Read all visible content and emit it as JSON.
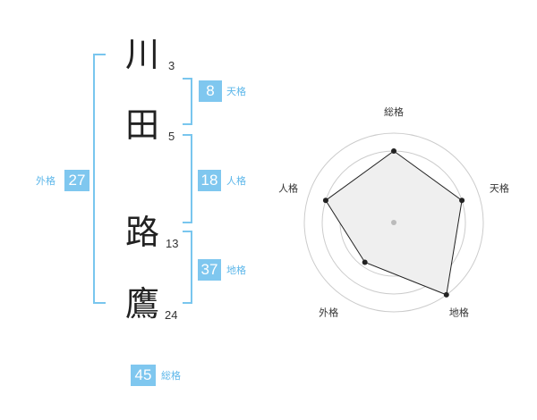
{
  "name": {
    "characters": [
      {
        "char": "川",
        "strokes": "3"
      },
      {
        "char": "田",
        "strokes": "5"
      },
      {
        "char": "路",
        "strokes": "13"
      },
      {
        "char": "鷹",
        "strokes": "24"
      }
    ]
  },
  "scores": {
    "tenkaku": {
      "value": "8",
      "label": "天格"
    },
    "jinkaku": {
      "value": "18",
      "label": "人格"
    },
    "chikaku": {
      "value": "37",
      "label": "地格"
    },
    "gaikaku": {
      "value": "27",
      "label": "外格"
    },
    "soukaku": {
      "value": "45",
      "label": "総格"
    }
  },
  "chart_data": {
    "type": "radar",
    "axes": [
      "総格",
      "天格",
      "地格",
      "外格",
      "人格"
    ],
    "values": [
      0.8,
      0.8,
      1.0,
      0.55,
      0.8
    ],
    "rings": 4,
    "colors": {
      "fill": "#efefef",
      "line": "#222222",
      "ring": "#cccccc"
    }
  },
  "colors": {
    "accent": "#7fc7ef",
    "bracket": "#79c6ee"
  }
}
